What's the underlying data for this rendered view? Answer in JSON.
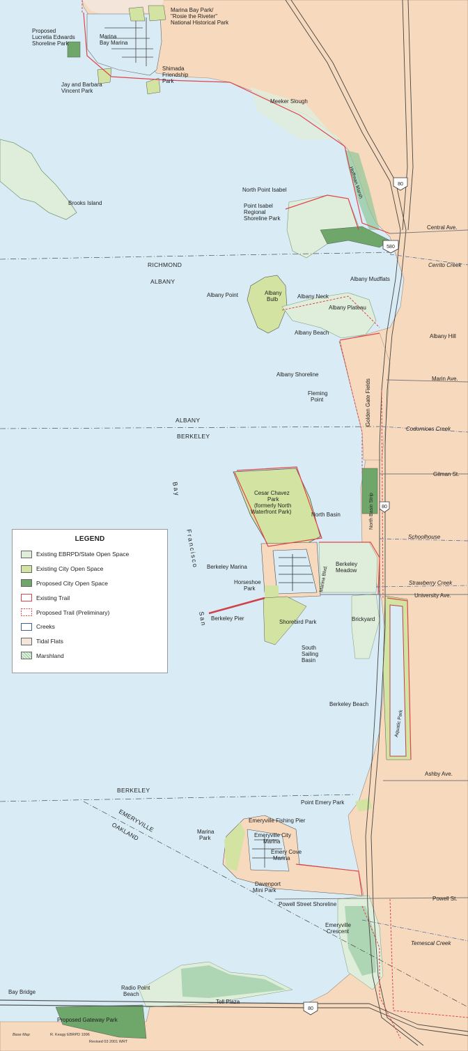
{
  "colors": {
    "water": "#d9ecf6",
    "land": "#f7d9bd",
    "ebrpd": "#dfeedb",
    "city_open": "#d3e3a1",
    "proposed_city": "#6fa66a",
    "trail": "#e0444a",
    "tidal": "#f3e5d9",
    "marsh": "#8fc79a"
  },
  "legend": {
    "title": "LEGEND",
    "items": [
      {
        "label": "Existing EBRPD/State Open Space",
        "swatch": "ebrpd"
      },
      {
        "label": "Existing City Open Space",
        "swatch": "city_open"
      },
      {
        "label": "Proposed City Open Space",
        "swatch": "proposed_city"
      },
      {
        "label": "Existing Trail",
        "swatch": "existing_trail"
      },
      {
        "label": "Proposed Trail (Preliminary)",
        "swatch": "proposed_trail"
      },
      {
        "label": "Creeks",
        "swatch": "creeks"
      },
      {
        "label": "Tidal Flats",
        "swatch": "tidal"
      },
      {
        "label": "Marshland",
        "swatch": "marsh"
      }
    ]
  },
  "places": {
    "marina_bay_park": [
      "Marina Bay Park/",
      "\"Rosie the Riveter\"",
      "National Historical Park"
    ],
    "lucretia": [
      "Proposed",
      "Lucretia Edwards",
      "Shoreline Park"
    ],
    "marina_bay_marina": [
      "Marina",
      "Bay Marina"
    ],
    "shimada": [
      "Shimada",
      "Friendship",
      "Park"
    ],
    "vincent": [
      "Jay and Barbara",
      "Vincent Park"
    ],
    "meeker": "Meeker Slough",
    "brooks": "Brooks Island",
    "hoffman": "Hoffman Marsh",
    "north_point_isabel": "North Point Isabel",
    "point_isabel": [
      "Point Isabel",
      "Regional",
      "Shoreline Park"
    ],
    "albany_mudflats": "Albany Mudflats",
    "albany_point": "Albany Point",
    "albany_bulb": [
      "Albany",
      "Bulb"
    ],
    "albany_neck": "Albany Neck",
    "albany_plateau": "Albany Plateau",
    "albany_beach": "Albany Beach",
    "albany_shoreline": "Albany Shoreline",
    "fleming": [
      "Fleming",
      "Point"
    ],
    "golden_gate_fields": "Golden Gate Fields",
    "albany_hill": "Albany Hill",
    "cesar_chavez": [
      "Cesar Chavez",
      "Park",
      "(formerly North",
      "Waterfront Park)"
    ],
    "north_basin": "North Basin",
    "north_basin_strip": "North Basin Strip",
    "berkeley_marina": "Berkeley Marina",
    "horseshoe": [
      "Horseshoe",
      "Park"
    ],
    "marina_blvd": "Marina Blvd.",
    "berkeley_meadow": [
      "Berkeley",
      "Meadow"
    ],
    "berkeley_pier": "Berkeley Pier",
    "shorebird": "Shorebird Park",
    "brickyard": "Brickyard",
    "south_sailing": [
      "South",
      "Sailing",
      "Basin"
    ],
    "berkeley_beach": "Berkeley Beach",
    "aquatic": "Aquatic Park",
    "point_emery": "Point Emery Park",
    "emeryville_pier": "Emeryville Fishing Pier",
    "marina_park": [
      "Marina",
      "Park"
    ],
    "emeryville_city_marina": [
      "Emeryville City",
      "Marina"
    ],
    "emery_cove": [
      "Emery Cove",
      "Marina"
    ],
    "davenport": [
      "Davenport",
      "Mini Park"
    ],
    "powell_shoreline": "Powell Street Shoreline",
    "crescent": [
      "Emeryville",
      "Crescent"
    ],
    "radio_point": [
      "Radio Point",
      "Beach"
    ],
    "bay_bridge": "Bay Bridge",
    "toll_plaza": "Toll Plaza",
    "gateway": "Proposed Gateway Park"
  },
  "cities": {
    "richmond": "RICHMOND",
    "albany_n": "ALBANY",
    "albany_s": "ALBANY",
    "berkeley_n": "BERKELEY",
    "berkeley_s": "BERKELEY",
    "emeryville": "EMERYVILLE",
    "oakland": "OAKLAND"
  },
  "streets": {
    "central": "Central Ave.",
    "marin": "Marin Ave.",
    "gilman": "Gilman St.",
    "university": "University Ave.",
    "ashby": "Ashby Ave.",
    "powell": "Powell St."
  },
  "creeks": {
    "cerrito": "Cerrito Creek",
    "codornices": "Codornices Creek",
    "schoolhouse": "Schoolhouse",
    "strawberry": "Strawberry Creek",
    "temescal": "Temescal Creek"
  },
  "highways": {
    "i80_n": "80",
    "i580": "580",
    "i80_mid": "80",
    "i80_s": "80"
  },
  "water": {
    "bay": "Bay",
    "francisco": "Francisco",
    "san": "San"
  },
  "credits": {
    "base": "Base Map",
    "author": "R. Keagy  EBRPD 1996",
    "revised": "Revised 03 2001 WRT"
  }
}
